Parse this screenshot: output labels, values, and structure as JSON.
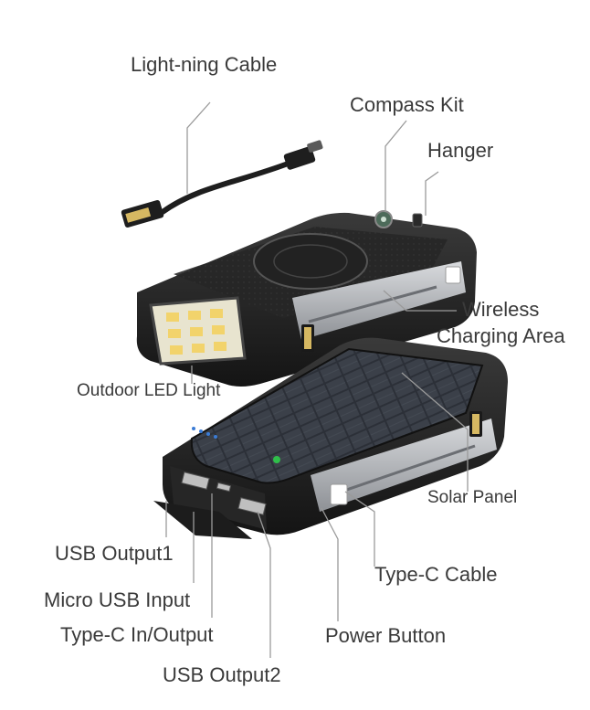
{
  "labels": {
    "lightning_cable": "Light-ning Cable",
    "compass_kit": "Compass Kit",
    "hanger": "Hanger",
    "wireless_line1": "Wireless",
    "wireless_line2": "Charging Area",
    "outdoor_led": "Outdoor LED Light",
    "solar_panel": "Solar Panel",
    "usb_output1": "USB Output1",
    "type_c_cable": "Type-C Cable",
    "micro_usb_input": "Micro USB Input",
    "type_c_inout": "Type-C In/Output",
    "power_button": "Power Button",
    "usb_output2": "USB Output2"
  },
  "colors": {
    "label_text": "#3a3a3a",
    "leader_line": "#9a9a9a",
    "body_black": "#1e1e1e",
    "rubber": "#2a2a2a",
    "solar_cell": "#2c3038",
    "silver_strip": "#b9bcc0",
    "led_yellow": "#f2d36b",
    "indicator_blue": "#3a7bd5",
    "indicator_green": "#2fbf4a"
  },
  "icons": [
    "lightning-cable-icon",
    "compass-icon",
    "led-light-icon",
    "solar-cell-icon",
    "usb-port-icon"
  ]
}
